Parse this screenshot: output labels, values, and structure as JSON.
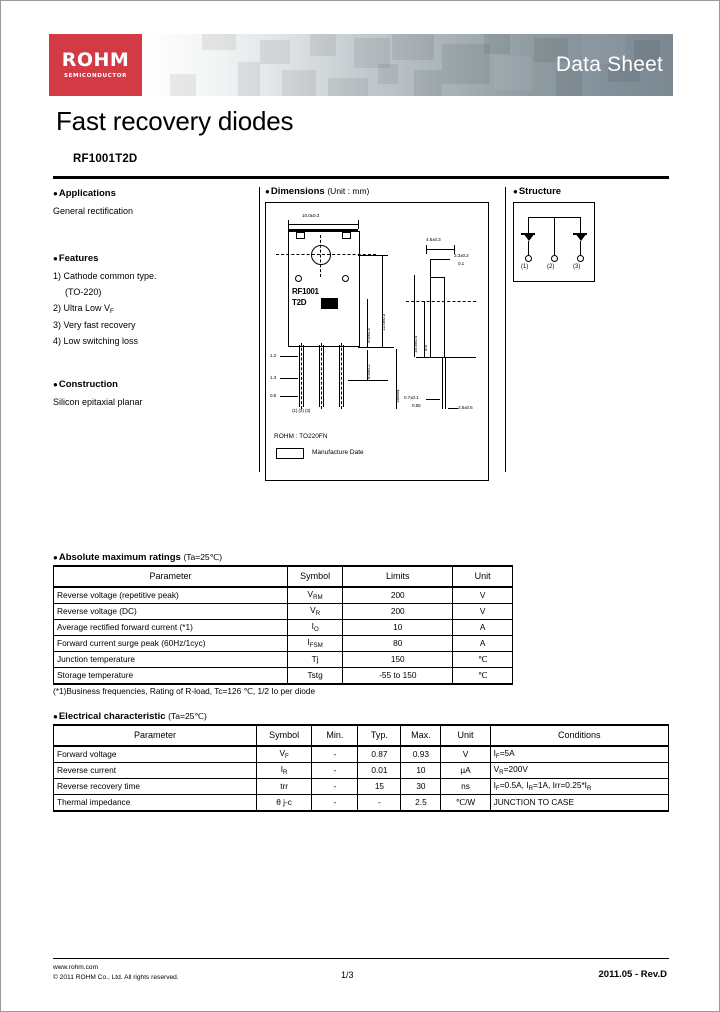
{
  "header": {
    "logo_main": "ROHM",
    "logo_sub": "SEMICONDUCTOR",
    "banner_title": "Data Sheet",
    "logo_color": "#d33a45"
  },
  "doc": {
    "title": "Fast recovery diodes",
    "part_number": "RF1001T2D"
  },
  "applications": {
    "heading": "Applications",
    "text": "General rectification"
  },
  "features": {
    "heading": "Features",
    "items": [
      "1) Cathode common type.",
      "(TO-220)",
      "2) Ultra Low VF",
      "3) Very fast recovery",
      "4) Low switching loss"
    ]
  },
  "construction": {
    "heading": "Construction",
    "text": "Silicon epitaxial planar"
  },
  "dimensions": {
    "heading": "Dimensions",
    "unit_note": "(Unit : mm)",
    "package_mark_line1": "RF1001",
    "package_mark_line2": "T2D",
    "package_name": "ROHM : TO220FN",
    "date_legend": "Manufacture Date",
    "labels": {
      "top_width": "10.0±0.3",
      "body_height": "9.0±0.3",
      "overall_height": "12.0±0.3",
      "lead_len": "16MIN.",
      "shoulder": "6.0±0.2",
      "side_top": "4.5±0.3",
      "side_t2": "3.3±0.2",
      "side_t3": "0.1",
      "side_h1": "15.5±0.4",
      "side_h2": "8.0",
      "lead_w1": "1.2",
      "lead_w2": "1.3",
      "lead_w3": "0.8",
      "pin_labels": "(1) (2) (3)",
      "lead_t1": "0.7±0.1",
      "lead_t2": "0.55",
      "lead_pitch": "2.5±0.5"
    }
  },
  "structure": {
    "heading": "Structure",
    "pins": [
      "(1)",
      "(2)",
      "(3)"
    ]
  },
  "abs_max": {
    "heading": "Absolute maximum ratings",
    "condition": "(Ta=25℃)",
    "columns": [
      "Parameter",
      "Symbol",
      "Limits",
      "Unit"
    ],
    "rows": [
      {
        "parameter": "Reverse voltage (repetitive peak)",
        "symbol": "V",
        "sub": "RM",
        "limit": "200",
        "unit": "V"
      },
      {
        "parameter": "Reverse voltage (DC)",
        "symbol": "V",
        "sub": "R",
        "limit": "200",
        "unit": "V"
      },
      {
        "parameter": "Average rectified forward current (*1)",
        "symbol": "I",
        "sub": "O",
        "limit": "10",
        "unit": "A"
      },
      {
        "parameter": "Forward current surge peak (60Hz/1cyc)",
        "symbol": "I",
        "sub": "FSM",
        "limit": "80",
        "unit": "A"
      },
      {
        "parameter": "Junction temperature",
        "symbol": "Tj",
        "sub": "",
        "limit": "150",
        "unit": "℃"
      },
      {
        "parameter": "Storage temperature",
        "symbol": "Tstg",
        "sub": "",
        "limit": "-55 to  150",
        "unit": "℃"
      }
    ],
    "footnote": "(*1)Business frequencies, Rating of R-load, Tc=126 ℃, 1/2 Io per diode"
  },
  "elec": {
    "heading": "Electrical characteristic",
    "condition": "(Ta=25℃)",
    "columns": [
      "Parameter",
      "Symbol",
      "Min.",
      "Typ.",
      "Max.",
      "Unit",
      "Conditions"
    ],
    "rows": [
      {
        "parameter": "Forward voltage",
        "symbol": "V",
        "sub": "F",
        "min": "-",
        "typ": "0.87",
        "max": "0.93",
        "unit": "V",
        "conditions": "I_F=5A"
      },
      {
        "parameter": "Reverse current",
        "symbol": "I",
        "sub": "R",
        "min": "-",
        "typ": "0.01",
        "max": "10",
        "unit": "µA",
        "conditions": "V_R=200V"
      },
      {
        "parameter": "Reverse recovery time",
        "symbol": "trr",
        "sub": "",
        "min": "-",
        "typ": "15",
        "max": "30",
        "unit": "ns",
        "conditions": "I_F=0.5A, I_R=1A, Irr=0.25*I_R"
      },
      {
        "parameter": "Thermal impedance",
        "symbol": "θ j-c",
        "sub": "",
        "min": "-",
        "typ": "-",
        "max": "2.5",
        "unit": "℃/W",
        "conditions": "JUNCTION TO CASE"
      }
    ]
  },
  "footer": {
    "website": "www.rohm.com",
    "copyright": "© 2011  ROHM Co., Ltd. All rights reserved.",
    "page": "1/3",
    "revision": "2011.05 -  Rev.D"
  }
}
